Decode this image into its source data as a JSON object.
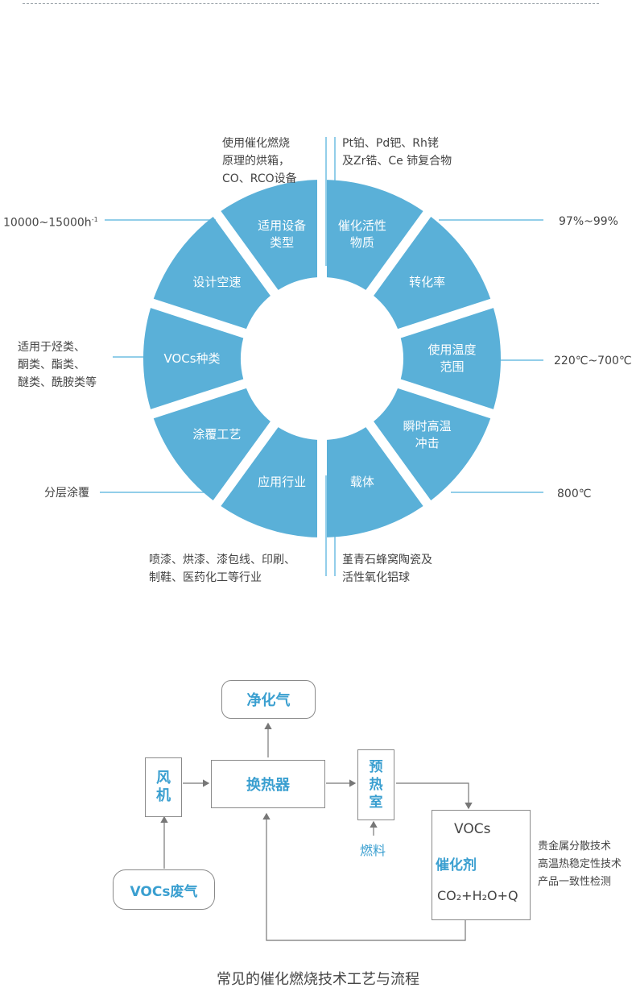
{
  "wheel": {
    "segments": [
      {
        "lines": [
          "催化活性",
          "物质"
        ]
      },
      {
        "lines": [
          "转化率"
        ]
      },
      {
        "lines": [
          "使用温度",
          "范围"
        ]
      },
      {
        "lines": [
          "瞬时高温",
          "冲击"
        ]
      },
      {
        "lines": [
          "载体"
        ]
      },
      {
        "lines": [
          "应用行业"
        ]
      },
      {
        "lines": [
          "涂覆工艺"
        ]
      },
      {
        "lines": [
          "VOCs种类"
        ]
      },
      {
        "lines": [
          "设计空速"
        ]
      },
      {
        "lines": [
          "适用设备",
          "类型"
        ]
      }
    ],
    "labels": {
      "catalyst_material": [
        "Pt铂、Pd钯、Rh铑",
        "及Zr锆、Ce 铈复合物"
      ],
      "conversion_rate": "97%~99%",
      "temperature_range": "220℃~700℃",
      "thermal_shock": "800℃",
      "carrier": [
        "堇青石蜂窝陶瓷及",
        "活性氧化铝球"
      ],
      "industry": [
        "喷漆、烘漆、漆包线、印刷、",
        "制鞋、医药化工等行业"
      ],
      "coating": "分层涂覆",
      "voc_types": [
        "适用于烃类、",
        "酮类、酯类、",
        "醚类、酰胺类等"
      ],
      "space_velocity": "10000~15000h",
      "space_velocity_sup": "-1",
      "equipment": [
        "使用催化燃烧",
        "原理的烘箱，",
        "CO、RCO设备"
      ]
    }
  },
  "flow": {
    "purified_gas": "净化气",
    "fan": [
      "风",
      "机"
    ],
    "heat_exchanger": "换热器",
    "preheat": [
      "预",
      "热",
      "室"
    ],
    "fuel": "燃料",
    "voc_waste": "VOCs废气",
    "reactor": {
      "input": "VOCs",
      "catalyst": "催化剂",
      "output": "CO₂+H₂O+Q"
    },
    "tech_notes": [
      "贵金属分散技术",
      "高温热稳定性技术",
      "产品一致性检测"
    ]
  },
  "caption": "常见的催化燃烧技术工艺与流程",
  "colors": {
    "segment": "#5ab0d8",
    "accent_text": "#3a9fd0",
    "line": "#6fbde2",
    "arrow": "#777777"
  }
}
